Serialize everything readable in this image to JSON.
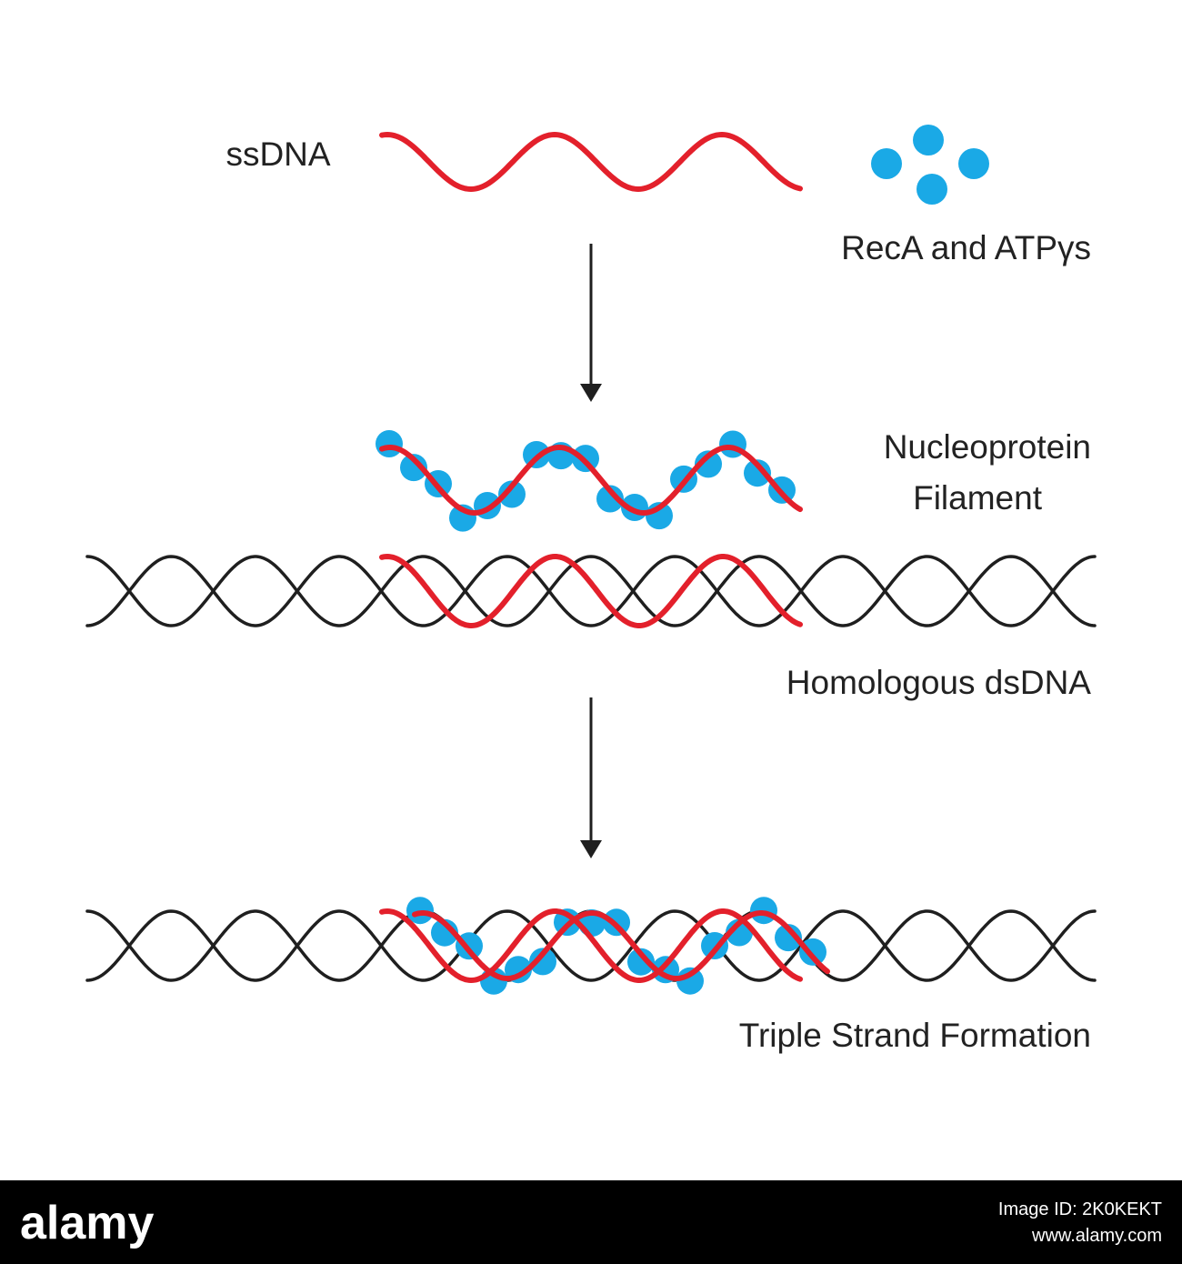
{
  "labels": {
    "ssdna": "ssDNA",
    "reca": "RecA and ATPγs",
    "filament_line1": "Nucleoprotein",
    "filament_line2": "Filament",
    "dsdna": "Homologous dsDNA",
    "triple": "Triple Strand Formation"
  },
  "watermark": {
    "brand": "alamy",
    "image_id": "Image ID: 2K0KEKT",
    "site": "www.alamy.com"
  },
  "colors": {
    "ssdna_strand": "#e3202b",
    "dsdna_strand": "#1f1f1f",
    "reca_protein": "#1aa9e6",
    "arrow": "#1f1f1f",
    "label_text": "#222222",
    "footer_bg": "#000000",
    "footer_text": "#ffffff"
  }
}
